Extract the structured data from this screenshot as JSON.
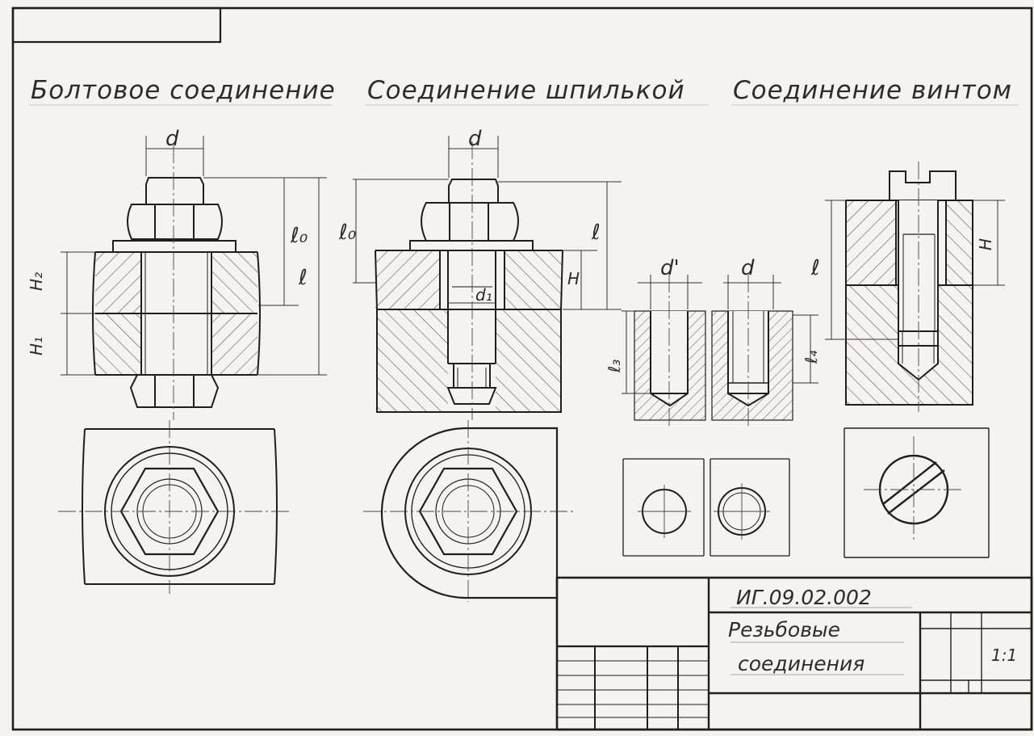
{
  "titles": {
    "bolt": "Болтовое соединение",
    "stud": "Соединение шпилькой",
    "screw": "Соединение винтом"
  },
  "dims": {
    "d": "d",
    "d_prime": "d'",
    "d1": "d₁",
    "l": "ℓ",
    "l0": "ℓ₀",
    "l3": "ℓ₃",
    "l4": "ℓ₄",
    "H": "H",
    "H1": "H₁",
    "H2": "H₂"
  },
  "title_block": {
    "designation": "ИГ.09.02.002",
    "name_line1": "Резьбовые",
    "name_line2": "соединения",
    "scale": "1:1"
  }
}
